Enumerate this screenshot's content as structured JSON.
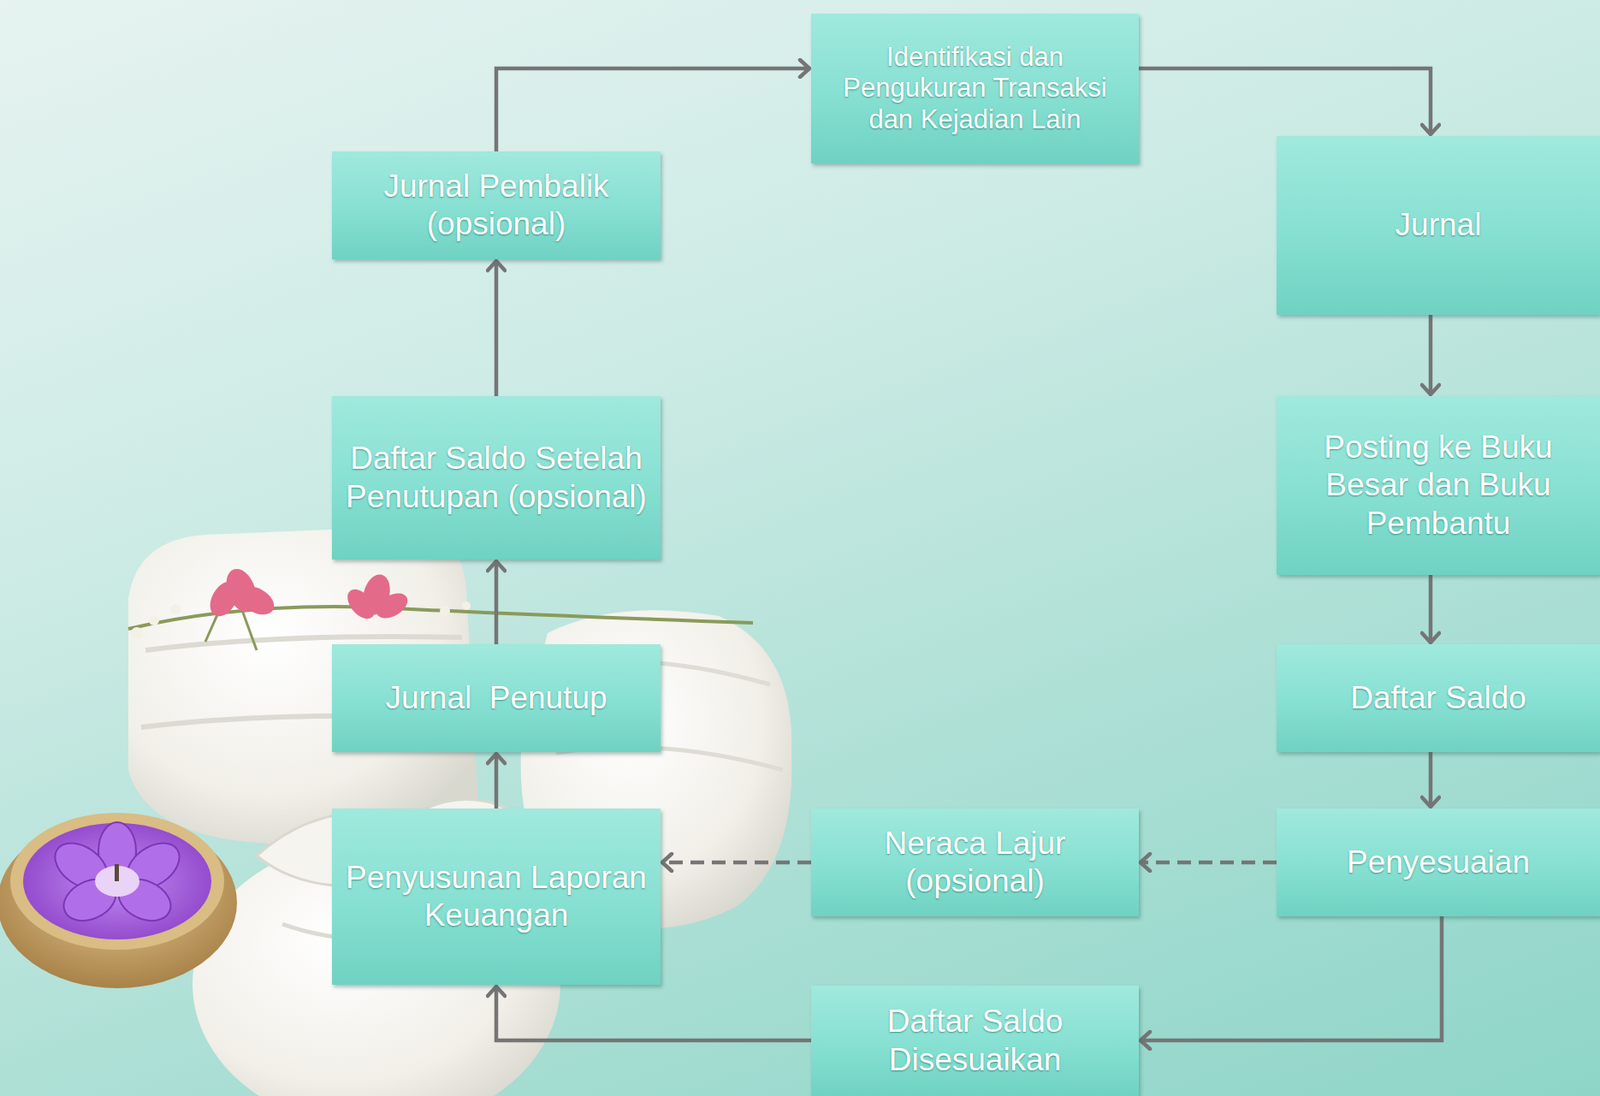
{
  "diagram": {
    "nodes": [
      {
        "text": [
          "Identifikasi dan Pengukuran Transaksi dan Kejadian Lain"
        ]
      },
      {
        "text": [
          "Jurnal"
        ]
      },
      {
        "text": [
          "Posting ke Buku Besar dan Buku Pembantu"
        ]
      },
      {
        "text": [
          "Daftar Saldo"
        ]
      },
      {
        "text": [
          "Penyesuaian"
        ]
      },
      {
        "text": [
          "Neraca Lajur (opsional)"
        ]
      },
      {
        "text": [
          "Daftar Saldo Disesuaikan"
        ]
      },
      {
        "text": [
          "Penyusunan Laporan Keuangan"
        ]
      },
      {
        "text": [
          "Jurnal  Penutup"
        ]
      },
      {
        "text": [
          "Daftar Saldo Setelah Penutupan (opsional)"
        ]
      },
      {
        "text": [
          "Jurnal Pembalik (opsional)"
        ]
      }
    ],
    "edges": [
      {
        "from": 0,
        "to": 1,
        "arrow": "to"
      },
      {
        "from": 1,
        "to": 2,
        "arrow": "to"
      },
      {
        "from": 2,
        "to": 3,
        "arrow": "to"
      },
      {
        "from": 3,
        "to": 4,
        "arrow": "to"
      },
      {
        "from": 4,
        "to": 5,
        "arrow": "to"
      },
      {
        "from": 5,
        "to": 7,
        "arrow": "to"
      },
      {
        "from": 4,
        "to": 6,
        "arrow": "to"
      },
      {
        "from": 6,
        "to": 7,
        "arrow": "to"
      },
      {
        "from": 7,
        "to": 8,
        "arrow": "to"
      },
      {
        "from": 8,
        "to": 9,
        "arrow": "to"
      },
      {
        "from": 9,
        "to": 10,
        "arrow": "to"
      },
      {
        "from": 10,
        "to": 0,
        "arrow": "to"
      }
    ]
  }
}
